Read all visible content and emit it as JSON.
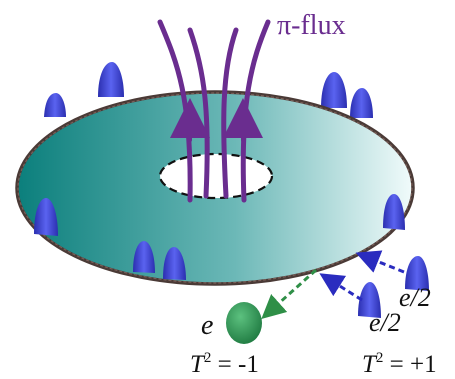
{
  "labels": {
    "flux": "π-flux",
    "charge_e": "e",
    "charge_half_left": "e/2",
    "charge_half_right": "e/2",
    "t2_left_lhs": "T",
    "t2_left_exp": "2",
    "t2_left_rhs": " = -1",
    "t2_right_lhs": "T",
    "t2_right_exp": "2",
    "t2_right_rhs": " = +1"
  },
  "colors": {
    "disk_dark": "#0b7f7c",
    "disk_light": "#f1fbfb",
    "rim": "#4a3a36",
    "flux": "#6a2d8f",
    "excitation": "#3f47d6",
    "electron": "#2e9a57",
    "arrow_green": "#2f8f47",
    "arrow_blue": "#2a2cbf"
  }
}
